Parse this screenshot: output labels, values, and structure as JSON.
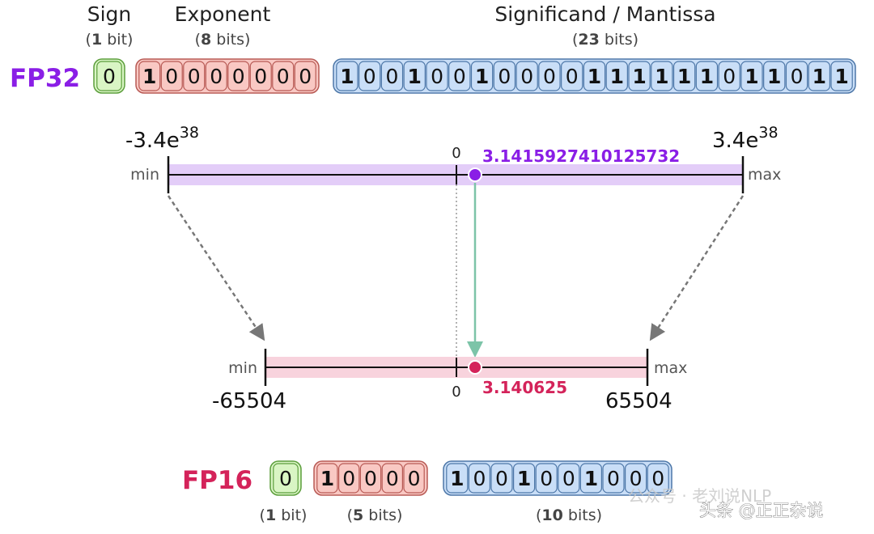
{
  "fp32": {
    "label": "FP32",
    "label_color": "#8a1ee6",
    "sign": {
      "heading": "Sign",
      "count": "1",
      "unit": " bit",
      "bits": "0"
    },
    "exponent": {
      "heading": "Exponent",
      "count": "8",
      "unit": " bits",
      "bits": "10000000"
    },
    "mantissa": {
      "heading": "Significand / Mantissa",
      "count": "23",
      "unit": " bits",
      "bits": "10010010000111111011011"
    }
  },
  "fp16": {
    "label": "FP16",
    "label_color": "#d4235a",
    "sign": {
      "count": "1",
      "unit": " bit",
      "bits": "0"
    },
    "exponent": {
      "count": "5",
      "unit": " bits",
      "bits": "10000"
    },
    "mantissa": {
      "count": "10",
      "unit": " bits",
      "bits": "1001001000"
    }
  },
  "range_fp32": {
    "min_label": "min",
    "max_label": "max",
    "min_value": "-3.4e",
    "min_exp": "38",
    "max_value": "3.4e",
    "max_exp": "38",
    "zero": "0",
    "value": "3.1415927410125732",
    "value_color": "#8a1ee6"
  },
  "range_fp16": {
    "min_label": "min",
    "max_label": "max",
    "min_value": "-65504",
    "max_value": "65504",
    "zero": "0",
    "value": "3.140625",
    "value_color": "#d4235a"
  },
  "colors": {
    "sign_fill": "#d9f5c4",
    "sign_stroke": "#5c9e3c",
    "exp_fill": "#f9c8c3",
    "exp_stroke": "#b85a55",
    "man_fill": "#c9def7",
    "man_stroke": "#4d77a8",
    "fp32_band": "#e3cdf8",
    "fp16_band": "#f8d3dd",
    "arrow_teal": "#7cc4a8"
  },
  "watermark": {
    "wechat": "公众号 · 老刘说NLP",
    "toutiao": "头条 @正正杂说"
  }
}
